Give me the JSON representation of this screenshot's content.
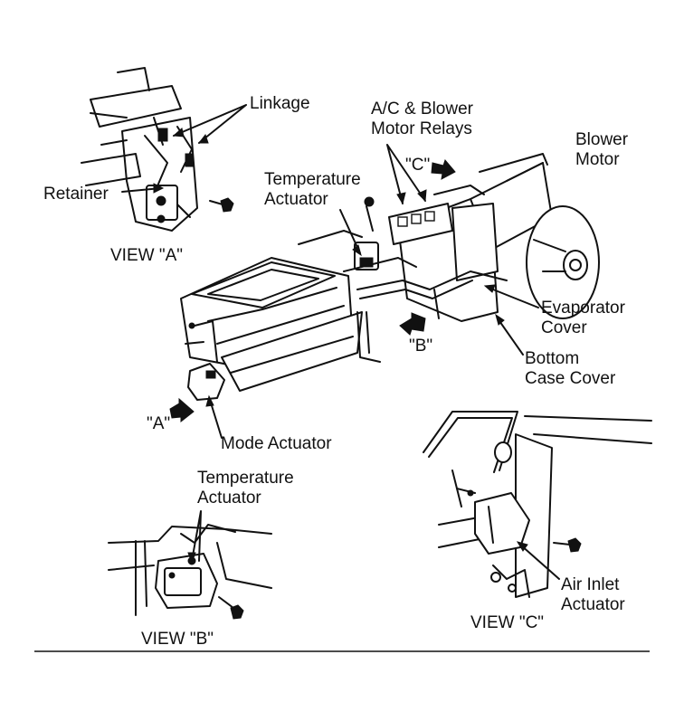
{
  "labels": {
    "linkage": "Linkage",
    "retainer": "Retainer",
    "view_a": "VIEW \"A\"",
    "relays_line1": "A/C & Blower",
    "relays_line2": "Motor Relays",
    "blower_line1": "Blower",
    "blower_line2": "Motor",
    "temp_actuator_line1": "Temperature",
    "temp_actuator_line2": "Actuator",
    "marker_c": "\"C\"",
    "evap_line1": "Evaporator",
    "evap_line2": "Cover",
    "marker_b": "\"B\"",
    "bottom_line1": "Bottom",
    "bottom_line2": "Case Cover",
    "marker_a": "\"A\"",
    "mode_actuator": "Mode Actuator",
    "view_b_temp_line1": "Temperature",
    "view_b_temp_line2": "Actuator",
    "view_b": "VIEW \"B\"",
    "air_inlet_line1": "Air Inlet",
    "air_inlet_line2": "Actuator",
    "view_c": "VIEW \"C\""
  },
  "colors": {
    "ink": "#111111",
    "paper": "#ffffff"
  }
}
